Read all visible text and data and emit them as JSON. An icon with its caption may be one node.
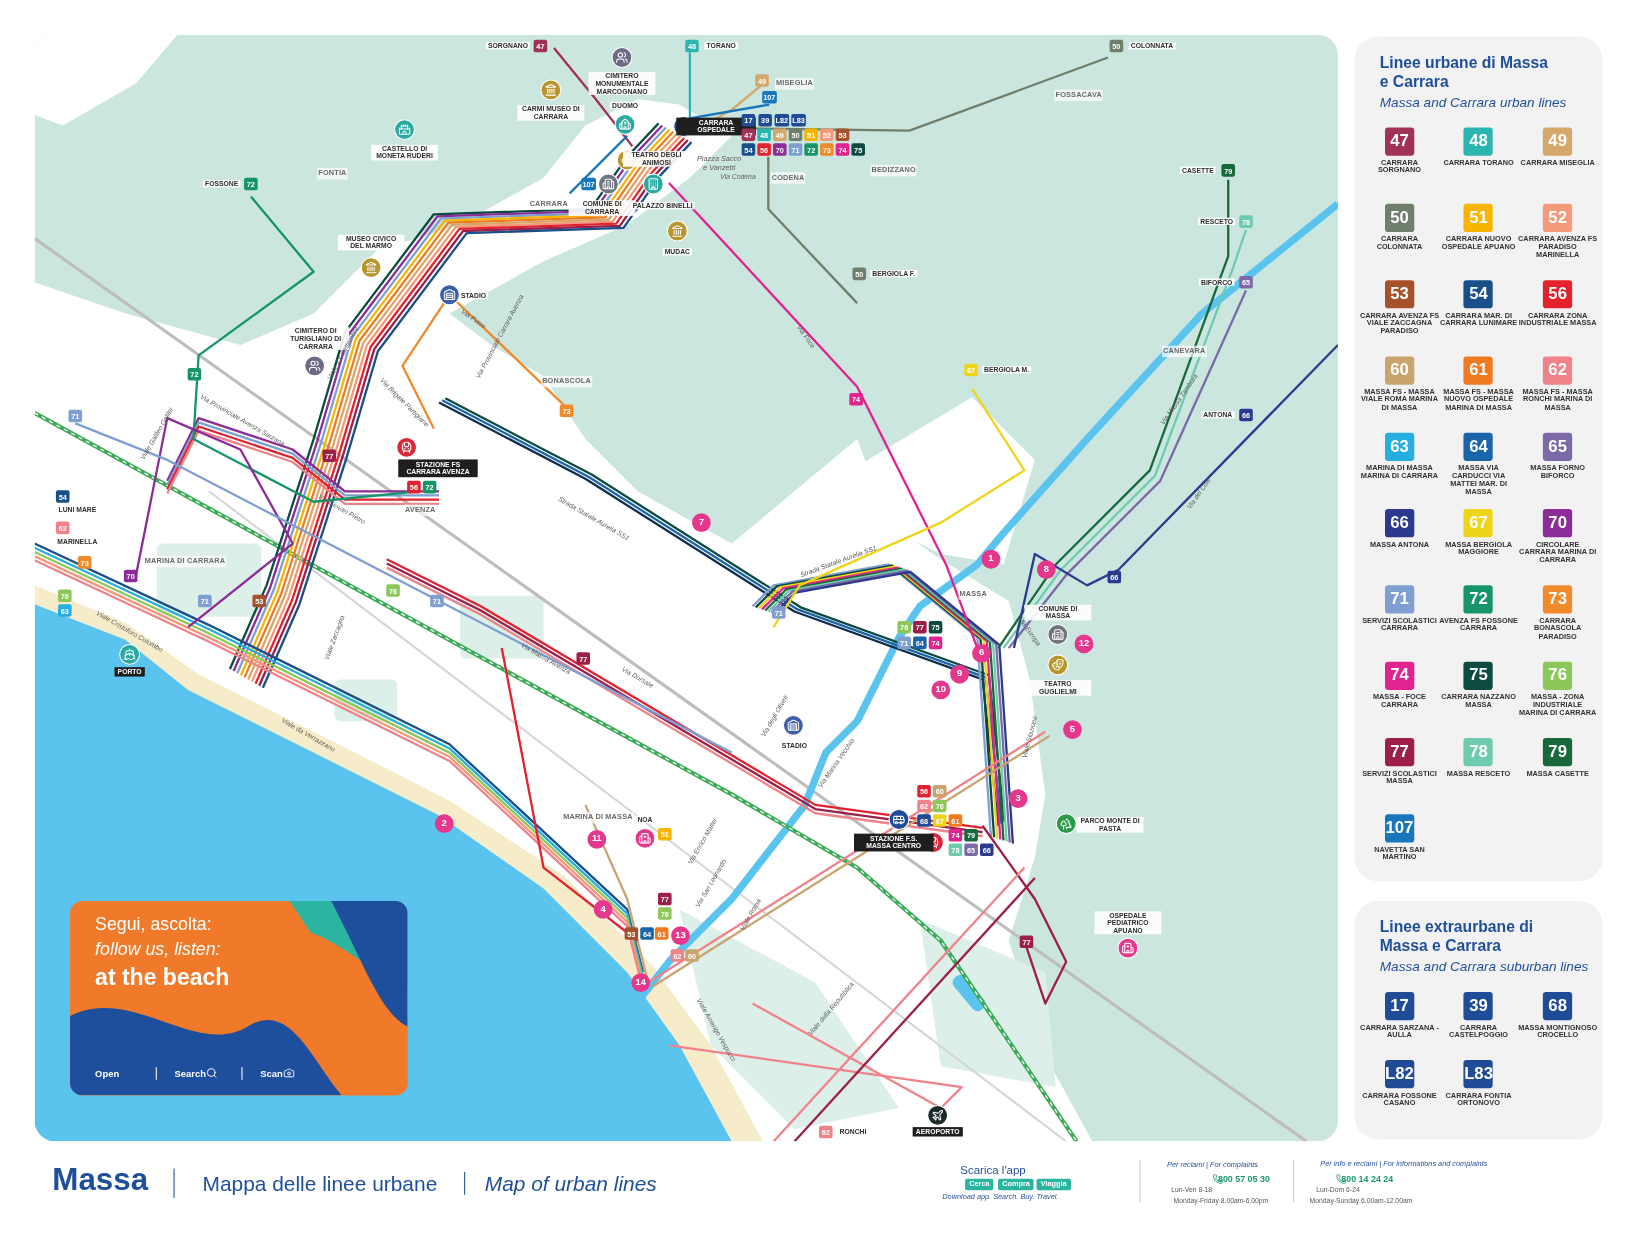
{
  "diagram": {
    "title": "Massa",
    "nodes": [
      {
        "text": [
          "Linee urbane di Massa e Carrara",
          "Massa and Carrara urban lines"
        ]
      },
      {
        "text": [
          "47"
        ],
        "in": 0,
        "beside": [
          "CARRARA SORGNANO"
        ]
      },
      {
        "text": [
          "48"
        ],
        "in": 0,
        "beside": [
          "CARRARA TORANO"
        ]
      },
      {
        "text": [
          "49"
        ],
        "in": 0,
        "beside": [
          "CARRARA MISEGLIA"
        ]
      },
      {
        "text": [
          "50"
        ],
        "in": 0,
        "beside": [
          "CARRARA COLONNATA"
        ]
      },
      {
        "text": [
          "51"
        ],
        "in": 0,
        "beside": [
          "CARRARA NUOVO OSPEDALE APUANO"
        ]
      },
      {
        "text": [
          "52"
        ],
        "in": 0,
        "beside": [
          "CARRARA AVENZA FS PARADISO MARINELLA"
        ]
      },
      {
        "text": [
          "53"
        ],
        "in": 0,
        "beside": [
          "CARRARA AVENZA FS VIALE ZACCAGNA PARADISO"
        ]
      },
      {
        "text": [
          "54"
        ],
        "in": 0,
        "beside": [
          "CARRARA MAR. DI CARRARA LUNIMARE"
        ]
      },
      {
        "text": [
          "56"
        ],
        "in": 0,
        "beside": [
          "CARRARA ZONA INDUSTRIALE MASSA"
        ]
      },
      {
        "text": [
          "60"
        ],
        "in": 0,
        "beside": [
          "MASSA FS - MASSA VIALE ROMA MARINA DI MASSA"
        ]
      },
      {
        "text": [
          "61"
        ],
        "in": 0,
        "beside": [
          "MASSA FS - MASSA NUOVO OSPEDALE MARINA DI MASSA"
        ]
      },
      {
        "text": [
          "62"
        ],
        "in": 0,
        "beside": [
          "MASSA FS - MASSA RONCHI MARINA DI MASSA"
        ]
      },
      {
        "text": [
          "63"
        ],
        "in": 0,
        "beside": [
          "MARINA DI MASSA MARINA DI CARRARA"
        ]
      },
      {
        "text": [
          "64"
        ],
        "in": 0,
        "beside": [
          "MASSA VIA CARDUCCI VIA MATTEI MAR. DI MASSA"
        ]
      },
      {
        "text": [
          "65"
        ],
        "in": 0,
        "beside": [
          "MASSA FORNO BIFORCO"
        ]
      },
      {
        "text": [
          "66"
        ],
        "in": 0,
        "beside": [
          "MASSA ANTONA"
        ]
      },
      {
        "text": [
          "67"
        ],
        "in": 0,
        "beside": [
          "MASSA BERGIOLA MAGGIORE"
        ]
      },
      {
        "text": [
          "70"
        ],
        "in": 0,
        "beside": [
          "CIRCOLARE CARRARA MARINA DI CARRARA"
        ]
      },
      {
        "text": [
          "71"
        ],
        "in": 0,
        "beside": [
          "SERVIZI SCOLASTICI CARRARA"
        ]
      },
      {
        "text": [
          "72"
        ],
        "in": 0,
        "beside": [
          "AVENZA FS FOSSONE CARRARA"
        ]
      },
      {
        "text": [
          "73"
        ],
        "in": 0,
        "beside": [
          "CARRARA BONASCOLA PARADISO"
        ]
      },
      {
        "text": [
          "74"
        ],
        "in": 0,
        "beside": [
          "MASSA - FOCE CARRARA"
        ]
      },
      {
        "text": [
          "75"
        ],
        "in": 0,
        "beside": [
          "CARRARA NAZZANO MASSA"
        ]
      },
      {
        "text": [
          "76"
        ],
        "in": 0,
        "beside": [
          "MASSA - ZONA INDUSTRIALE MARINA DI CARRARA"
        ]
      },
      {
        "text": [
          "77"
        ],
        "in": 0,
        "beside": [
          "SERVIZI SCOLASTICI MASSA"
        ]
      },
      {
        "text": [
          "78"
        ],
        "in": 0,
        "beside": [
          "MASSA RESCETO"
        ]
      },
      {
        "text": [
          "79"
        ],
        "in": 0,
        "beside": [
          "MASSA CASETTE"
        ]
      },
      {
        "text": [
          "107"
        ],
        "in": 0,
        "beside": [
          "NAVETTA SAN MARTINO"
        ]
      },
      {
        "text": [
          "Linee extraurbane di Massa e Carrara",
          "Massa and Carrara suburban lines"
        ]
      },
      {
        "text": [
          "17"
        ],
        "in": 29,
        "beside": [
          "CARRARA SARZANA - AULLA"
        ]
      },
      {
        "text": [
          "39"
        ],
        "in": 29,
        "beside": [
          "CARRARA CASTELPOGGIO"
        ]
      },
      {
        "text": [
          "68"
        ],
        "in": 29,
        "beside": [
          "MASSA MONTIGNOSO CROCELLO"
        ]
      },
      {
        "text": [
          "L82"
        ],
        "in": 29,
        "beside": [
          "CARRARA FOSSONE CASANO"
        ]
      },
      {
        "text": [
          "L83"
        ],
        "in": 29,
        "beside": [
          "CARRARA FONTIA ORTONOVO"
        ]
      },
      {
        "text": [
          "Segui, ascolta:",
          "follow us, listen:",
          "at the beach",
          "Open",
          "Search",
          "Scan"
        ]
      }
    ],
    "labels": [
      "SORGNANO",
      "47",
      "48",
      "TORANO",
      "50",
      "COLONNATA",
      "CARMI MUSEO DI CARRARA",
      "CIMITERO MONUMENTALE MARCOGNANO",
      "DUOMO",
      "CARRARA OSPEDALE",
      "17",
      "49",
      "39",
      "107",
      "L82",
      "MISEGLIA",
      "L83",
      "FOSSACAVA",
      "FONTIA",
      "CASTELLO DI MONETA RUDERI",
      "TEATRO DEGLI ANIMOSI",
      "Piazza Sacco e Vanzetti",
      "Via Codena",
      "47",
      "54",
      "48",
      "56",
      "49",
      "70",
      "CODENA",
      "50",
      "71",
      "51",
      "72",
      "52",
      "73",
      "53",
      "74",
      "75",
      "BEDIZZANO",
      "CASETTE",
      "79",
      "FOSSONE",
      "72",
      "107",
      "CARRARA",
      "COMUNE DI CARRARA",
      "PALAZZO BINELLI",
      "RESCETO",
      "78",
      "MUSEO CIVICO DEL MARMO",
      "MUDAC",
      "STADIO",
      "50",
      "BERGIOLA F.",
      "BIFORCO",
      "65",
      "CIMITERO DI TURIGLIANO DI CARRARA",
      "Viale XX Settembre",
      "Via Piave",
      "Via Provinciale Carrara Avenza",
      "Via Foce",
      "CANEVARA",
      "71",
      "Viale Galileo Galilei",
      "72",
      "Via Provinciale Avenza Sarzana",
      "Via Brigate Partigiane",
      "BONASCOLA",
      "73",
      "74",
      "67",
      "BERGIOLA M.",
      "Via Massa Tambura",
      "ANTONA",
      "66",
      "77",
      "STAZIONE FS CARRARA AVENZA",
      "54",
      "LUNI MARE",
      "62",
      "MARINELLA",
      "Via Giovan Pietro",
      "56",
      "AVENZA",
      "72",
      "Strada Statale Aurelia SS1",
      "7",
      "Via del Cole",
      "76",
      "63",
      "73",
      "Viale Cristoforo Colombo",
      "70",
      "MARINA DI CARRARA",
      "71",
      "53",
      "Viale Zaccagna",
      "76",
      "71",
      "Via Massa Avenza",
      "77",
      "71",
      "Strada Statale Aurelia SS1",
      "76",
      "71",
      "77",
      "64",
      "75",
      "74",
      "MASSA",
      "6",
      "1",
      "Via Europa",
      "8",
      "COMUNE DI MASSA",
      "12",
      "66",
      "PORTO",
      "Viale da Verrazzano",
      "Via Dorsale",
      "Via degli Oliveti",
      "STADIO",
      "Via Marina Vecchia",
      "10",
      "9",
      "Viale Stazione",
      "TEATRO GUGLIELMI",
      "5",
      "2",
      "11",
      "MARINA DI MASSA",
      "NOA",
      "51",
      "Via Enrico Mattei",
      "STAZIONE F.S. MASSA CENTRO",
      "56",
      "62",
      "68",
      "60",
      "76",
      "67",
      "61",
      "74",
      "78",
      "79",
      "65",
      "66",
      "3",
      "PARCO MONTE DI PASTA",
      "4",
      "53",
      "64",
      "61",
      "77",
      "76",
      "62",
      "13",
      "60",
      "Via San Leonardo",
      "Viale Roma",
      "77",
      "OSPEDALE PEDIATRICO APUANO",
      "14",
      "Viale Amerigo Vespucci",
      "Viale della Repubblica",
      "62",
      "RONCHI",
      "AEROPORTO",
      "Mappa delle linee urbane",
      "Map of urban lines",
      "Cerca",
      "Scarica l'app",
      "Compra",
      "Viaggia",
      "Per reclami | For complaints",
      "800 57 05 30",
      "800 14 24 24",
      "Per info e reclami | For informations and complaints",
      "Download app. Search. Buy. Travel.",
      "Lun-Ven 8-18",
      "Lun-Dom 6-24",
      "Monday-Friday 8.00am-6.00pm",
      "Monday-Sunday 6.00am-12.00am"
    ]
  }
}
